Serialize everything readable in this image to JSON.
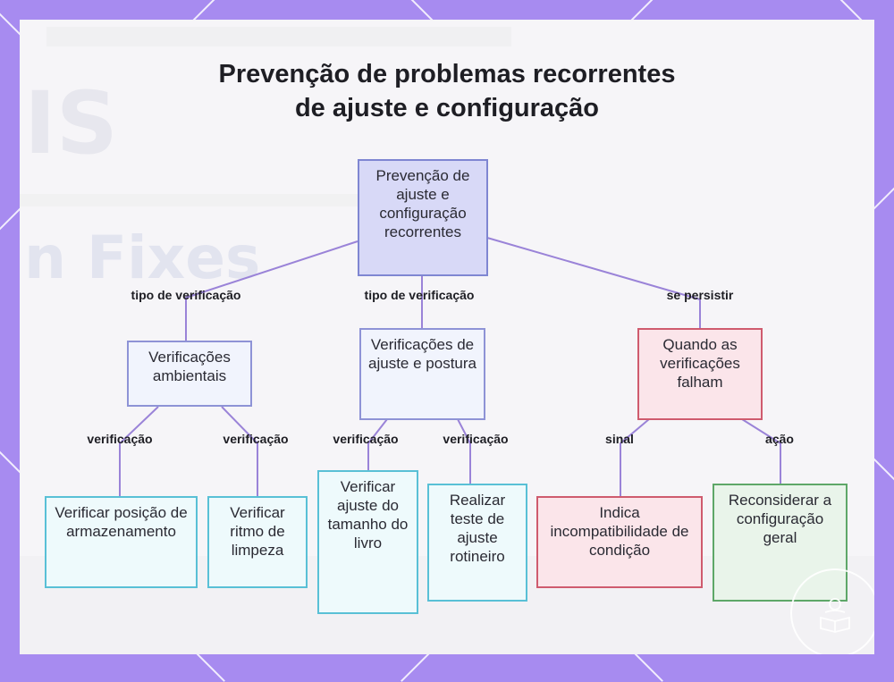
{
  "title_line1": "Prevenção de problemas recorrentes",
  "title_line2": "de ajuste e configuração",
  "background_text": {
    "letters": "IS",
    "fixes": "n Fixes"
  },
  "nodes": {
    "root": "Prevenção de ajuste e configuração recorrentes",
    "env": "Verificações ambientais",
    "fit": "Verificações de ajuste e postura",
    "fail": "Quando as verificações falham",
    "storage": "Verificar posição de armazenamento",
    "clean": "Verificar ritmo de limpeza",
    "size": "Verificar ajuste do tamanho do livro",
    "routine": "Realizar teste de ajuste rotineiro",
    "indicates": "Indica incompatibilidade de condição",
    "reconsider": "Reconsiderar a configuração geral"
  },
  "edge_labels": {
    "root_env": "tipo de verificação",
    "root_fit": "tipo de verificação",
    "root_fail": "se persistir",
    "env_storage": "verificação",
    "env_clean": "verificação",
    "fit_size": "verificação",
    "fit_routine": "verificação",
    "fail_indicates": "sinal",
    "fail_reconsider": "ação"
  },
  "colors": {
    "frame": "#a78bf0",
    "edge": "#9a83d8",
    "root_fill": "#d8d9f7",
    "cyan_border": "#59c0d6",
    "red_border": "#cf5b6e",
    "green_border": "#5ea768"
  },
  "icons": {
    "watermark": "book-reader-badge-icon"
  }
}
